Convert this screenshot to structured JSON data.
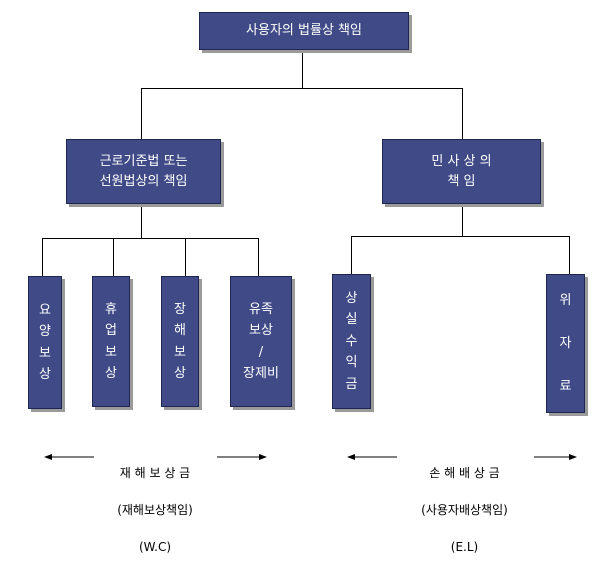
{
  "root": "사용자의 법률상 책임",
  "left_branch": "근로기준법 또는\n선원법상의 책임",
  "right_branch": "민  사  상  의\n책      임",
  "left_leaves": [
    "요\n양\n보\n상",
    "휴\n업\n보\n상",
    "장\n해\n보\n상",
    "유족\n보상\n/\n장제비"
  ],
  "right_leaves": [
    "상\n실\n수\n익\n금",
    "위\n\n자\n\n료"
  ],
  "captions": {
    "left": {
      "line1": "재 해 보 상 금",
      "line2": "(재해보상책임)",
      "line3": "(W.C)"
    },
    "right": {
      "line1": "손 해 배 상 금",
      "line2": "(사용자배상책임)",
      "line3": "(E.L)"
    }
  }
}
